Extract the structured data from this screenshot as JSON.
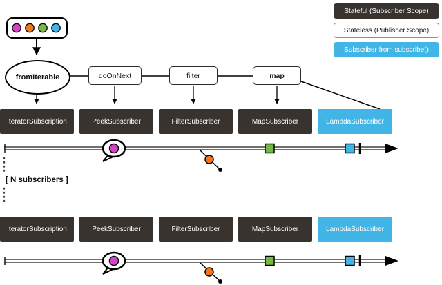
{
  "legend": [
    {
      "label": "Stateful (Subscriber Scope)"
    },
    {
      "label": "Stateless (Publisher Scope)"
    },
    {
      "label": "Subscriber from subscribe()"
    }
  ],
  "pipeline": {
    "source": "fromIterable",
    "operators": [
      "doOnNext",
      "filter",
      "map"
    ]
  },
  "subscribers": [
    "IteratorSubscription",
    "PeekSubscriber",
    "FilterSubscriber",
    "MapSubscriber",
    "LambdaSubscriber"
  ],
  "annotation": "[ N subscribers ]",
  "colors": {
    "dark_box": "#39332f",
    "blue_box": "#41b6e6",
    "marble_pink": "#d442c8",
    "marble_orange": "#ee7623",
    "marble_green": "#74b943",
    "marble_blue": "#41b6e6"
  }
}
